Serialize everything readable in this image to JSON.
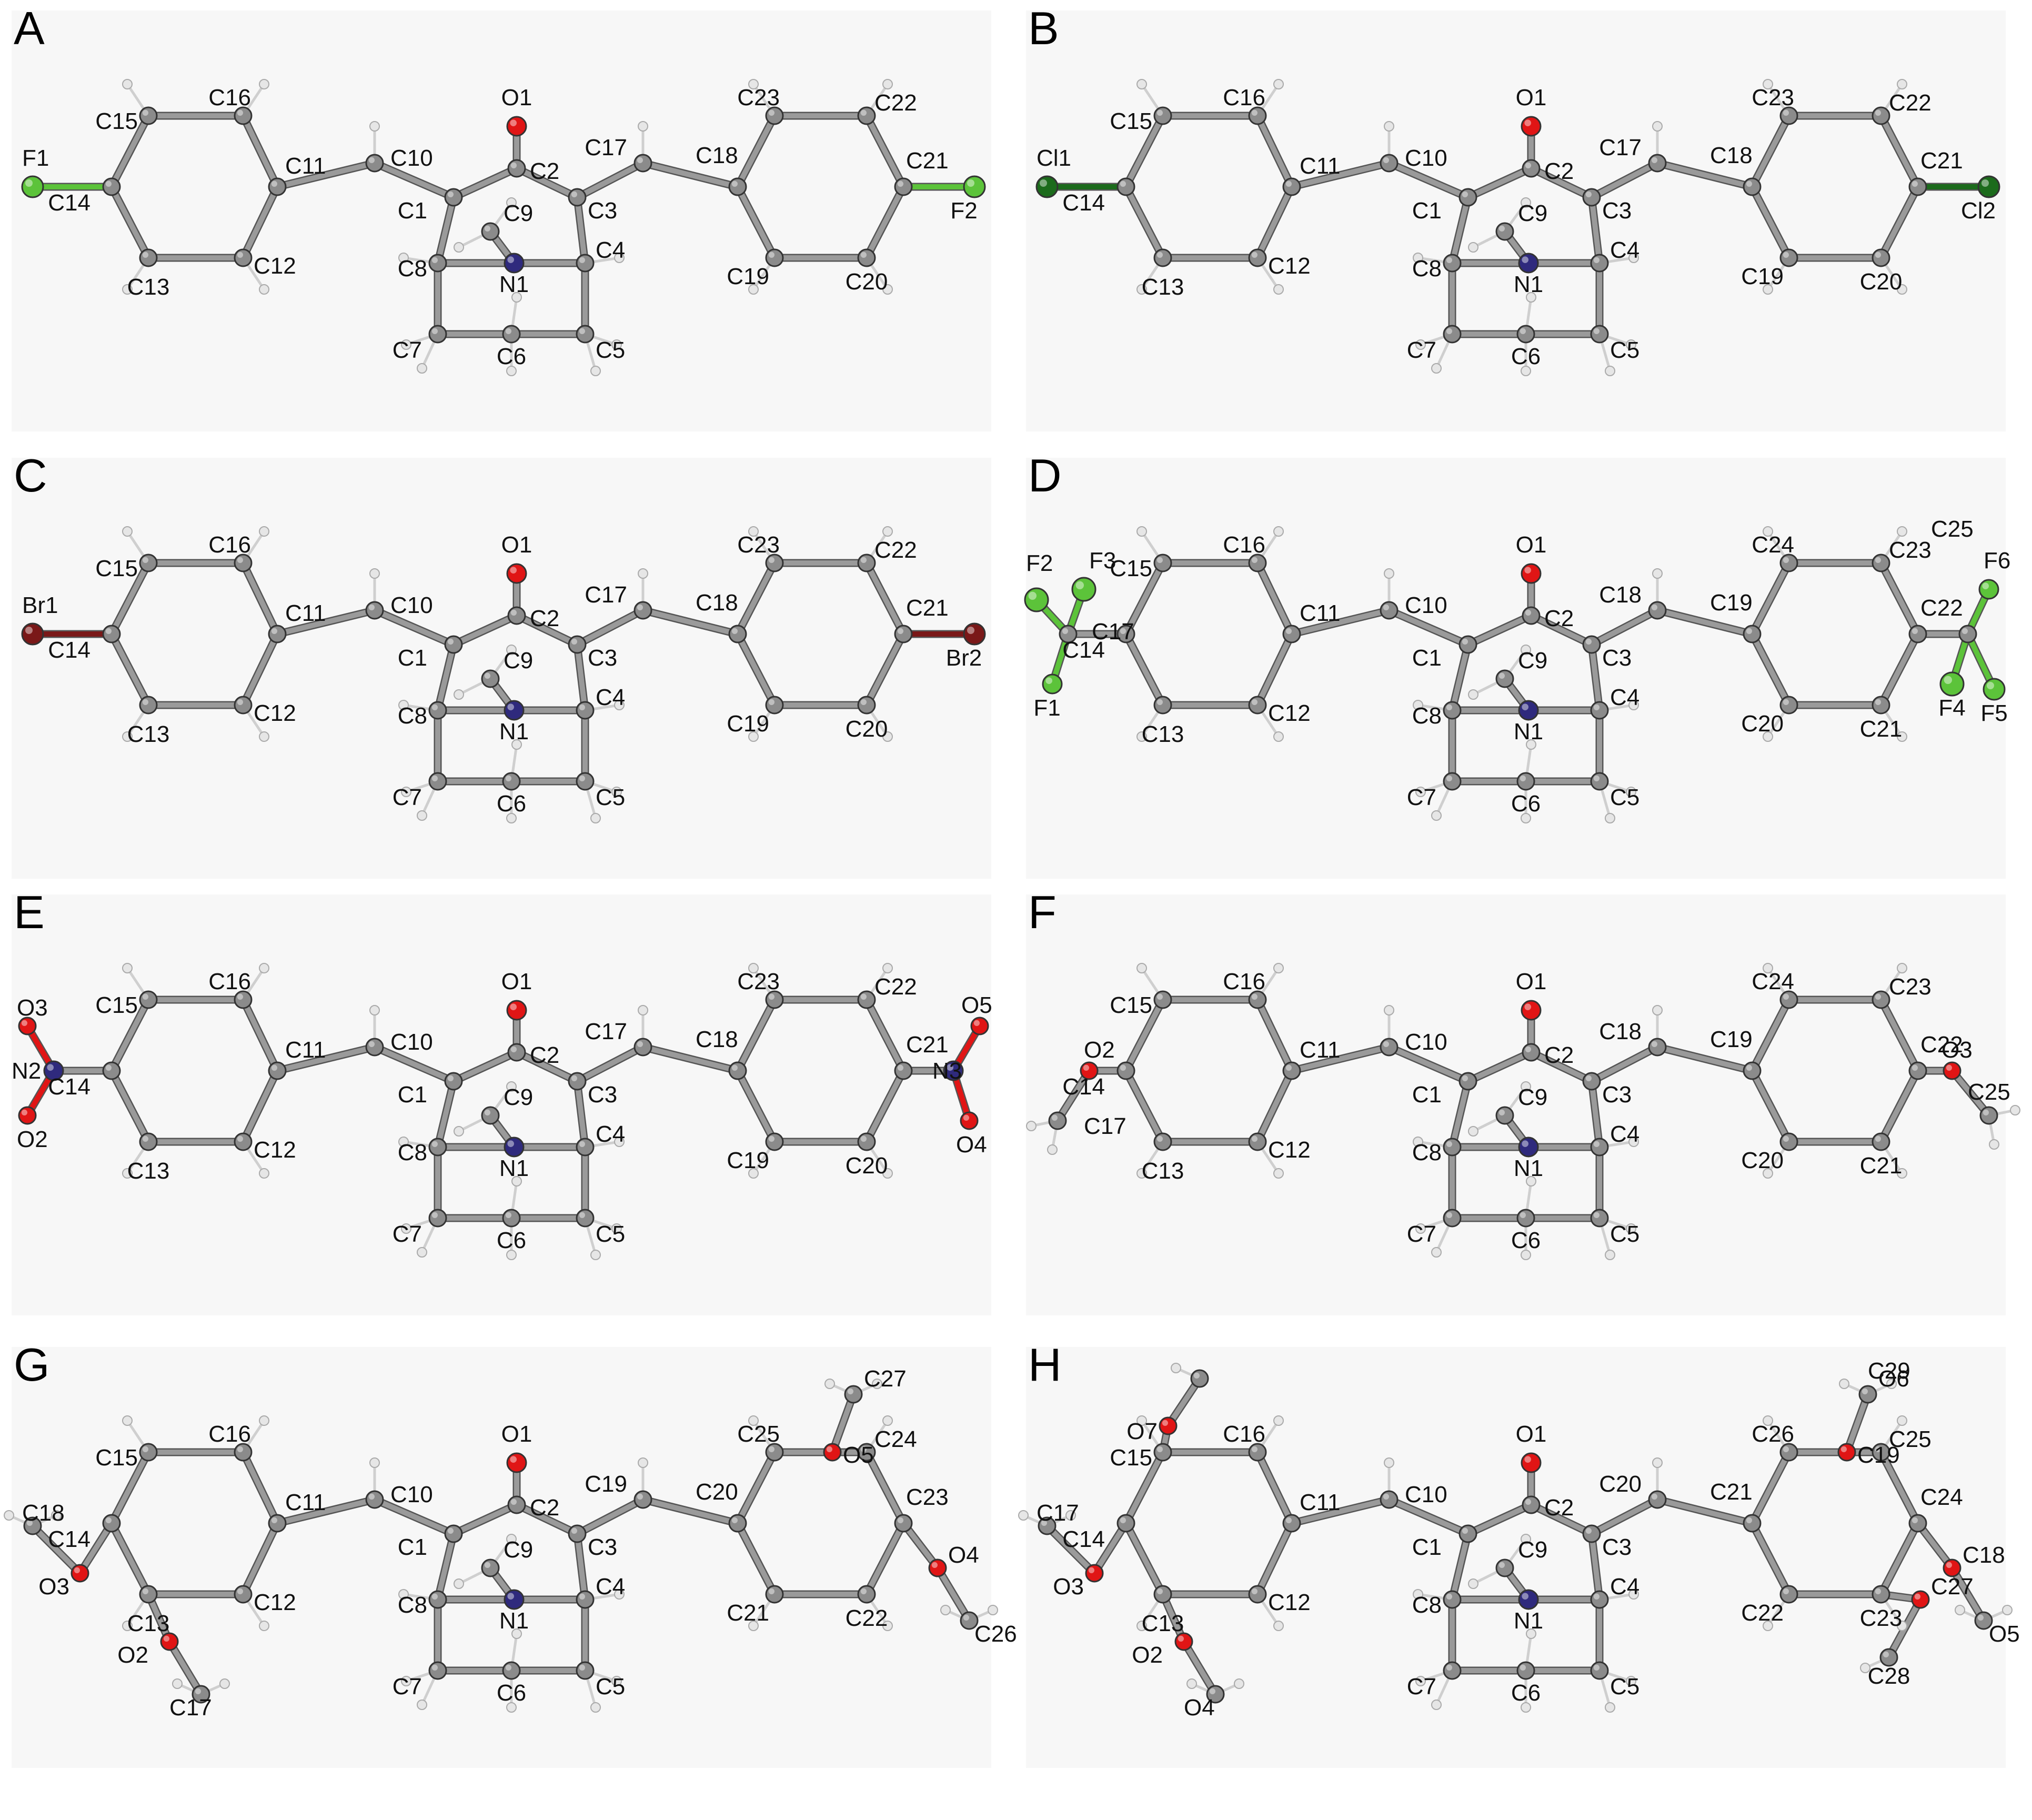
{
  "colors": {
    "carbon": "#8b8b8b",
    "nitrogen": "#2f2a7d",
    "oxygen": "#e01515",
    "fluorine": "#5cc33a",
    "chlorine": "#1c6b1c",
    "bromine": "#7a1818",
    "hydrogen": "#e6e6e6",
    "bond": "#9a9a9a"
  },
  "panels": [
    {
      "letter": "A",
      "sub1": "F1",
      "sub2": "F2"
    },
    {
      "letter": "B",
      "sub1": "Cl1",
      "sub2": "Cl2"
    },
    {
      "letter": "C",
      "sub1": "Br1",
      "sub2": "Br2"
    },
    {
      "letter": "D",
      "cf3": true
    },
    {
      "letter": "E",
      "no2": true
    },
    {
      "letter": "F",
      "ome": true
    },
    {
      "letter": "G",
      "dime": true
    },
    {
      "letter": "H",
      "trime": true
    }
  ],
  "atom_labels": {
    "core": [
      "O1",
      "C2",
      "C1",
      "C3",
      "C9",
      "N1",
      "C4",
      "C8",
      "C7",
      "C6",
      "C5",
      "C10",
      "C11",
      "C12",
      "C13",
      "C14",
      "C15",
      "C16"
    ],
    "A": {
      "right": [
        "C17",
        "C18",
        "C19",
        "C20",
        "C21",
        "C22",
        "C23"
      ],
      "subs": [
        "F1",
        "F2"
      ]
    },
    "B": {
      "right": [
        "C17",
        "C18",
        "C19",
        "C20",
        "C21",
        "C22",
        "C23"
      ],
      "subs": [
        "Cl1",
        "Cl2"
      ]
    },
    "C": {
      "right": [
        "C17",
        "C18",
        "C19",
        "C20",
        "C21",
        "C22",
        "C23"
      ],
      "subs": [
        "Br1",
        "Br2"
      ]
    },
    "D": {
      "right": [
        "C18",
        "C19",
        "C20",
        "C21",
        "C22",
        "C23",
        "C24",
        "C25"
      ],
      "subs": [
        "C17",
        "F1",
        "F2",
        "F3",
        "F4",
        "F5",
        "F6"
      ]
    },
    "E": {
      "right": [
        "C17",
        "C18",
        "C19",
        "C20",
        "C21",
        "C22",
        "C23"
      ],
      "subs": [
        "N2",
        "O2",
        "O3",
        "N3",
        "O4",
        "O5"
      ]
    },
    "F": {
      "right": [
        "C18",
        "C19",
        "C20",
        "C21",
        "C22",
        "C23",
        "C24"
      ],
      "subs": [
        "O2",
        "C17",
        "O3",
        "C25"
      ]
    },
    "G": {
      "right": [
        "C19",
        "C20",
        "C21",
        "C22",
        "C23",
        "C24",
        "C25"
      ],
      "subs": [
        "O2",
        "O3",
        "C17",
        "C18",
        "O4",
        "O5",
        "C26",
        "C27"
      ]
    },
    "H": {
      "right": [
        "C20",
        "C21",
        "C22",
        "C23",
        "C24",
        "C25",
        "C26"
      ],
      "subs": [
        "O2",
        "O3",
        "O4",
        "C17",
        "C18",
        "C19",
        "O5",
        "O6",
        "O7",
        "C27",
        "C28",
        "C29"
      ]
    }
  }
}
